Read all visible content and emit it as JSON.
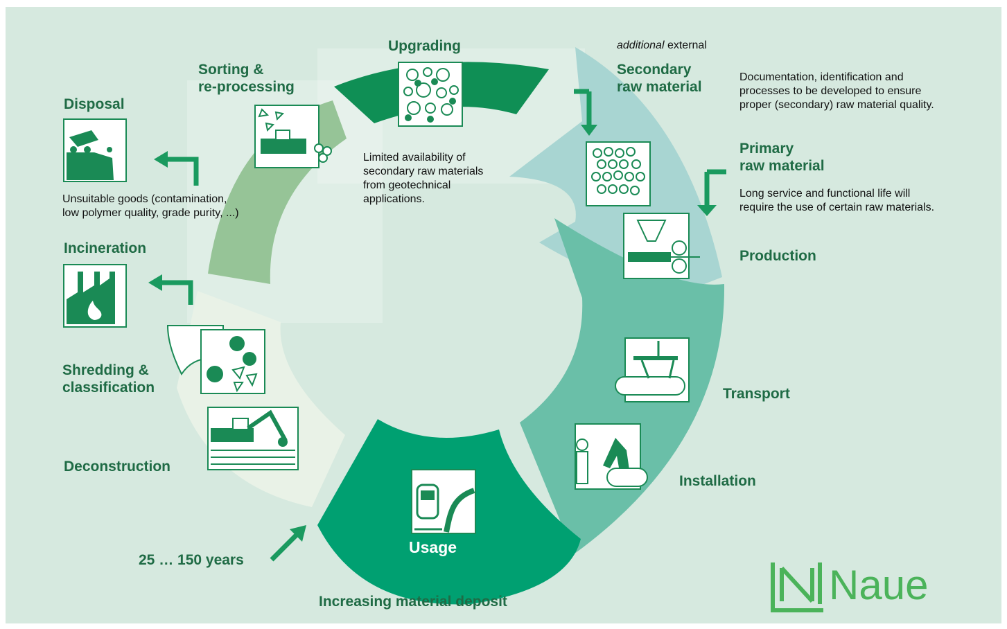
{
  "labels": {
    "upgrading": "Upgrading",
    "sorting": "Sorting &\nre-processing",
    "disposal": "Disposal",
    "incineration": "Incineration",
    "shredding": "Shredding &\nclassification",
    "deconstruction": "Deconstruction",
    "years": "25 … 150 years",
    "usage": "Usage",
    "deposit": "Increasing material deposit",
    "secondary": "Secondary\nraw material",
    "primary": "Primary\nraw material",
    "production": "Production",
    "transport": "Transport",
    "installation": "Installation"
  },
  "notes": {
    "additional_italic": "additional",
    "additional_rest": " external",
    "documentation": "Documentation, identification and\nprocesses to be developed to ensure\nproper (secondary) raw material quality.",
    "longlife": "Long service and functional life will\nrequire the use of certain raw materials.",
    "unsuitable": "Unsuitable goods (contamination,\nlow polymer quality, grade purity, ...)",
    "limited": "Limited availability of\nsecondary raw materials\nfrom geotechnical\napplications."
  },
  "logo": {
    "text": "Naue"
  },
  "colors": {
    "background": "#d6e9df",
    "label": "#1f6b45",
    "dark_green": "#0f8f55",
    "usage_green": "#00a071",
    "light_blue": "#a8d5d2",
    "teal": "#6abfa8",
    "sorting_green": "#96c497",
    "pale": "#e9f2e7",
    "logo_green": "#4bb35a"
  }
}
